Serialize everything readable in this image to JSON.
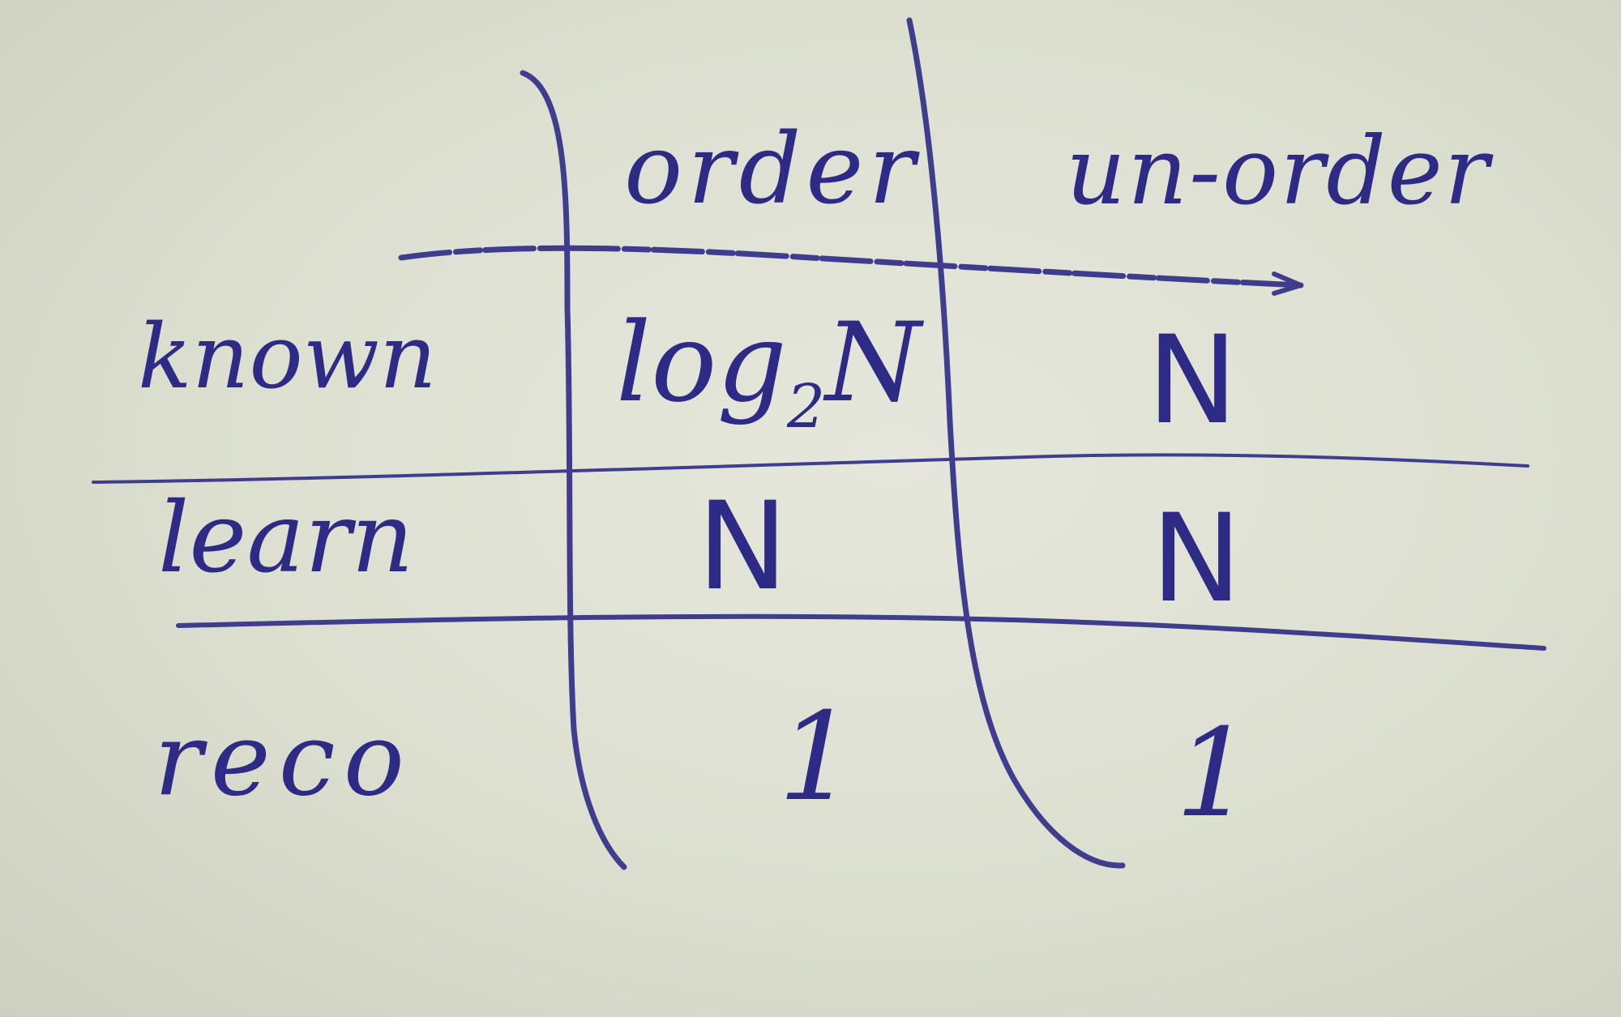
{
  "table": {
    "columns": [
      "order",
      "un-order"
    ],
    "rows": [
      {
        "label": "known",
        "order_base": "log",
        "order_sub": "2",
        "order_tail": "N",
        "unorder": "N"
      },
      {
        "label": "learn",
        "order": "N",
        "unorder": "N"
      },
      {
        "label": "reco",
        "order": "1",
        "unorder": "1"
      }
    ]
  },
  "colors": {
    "ink": "#2e2b86",
    "paper": "#e1e3d6"
  }
}
